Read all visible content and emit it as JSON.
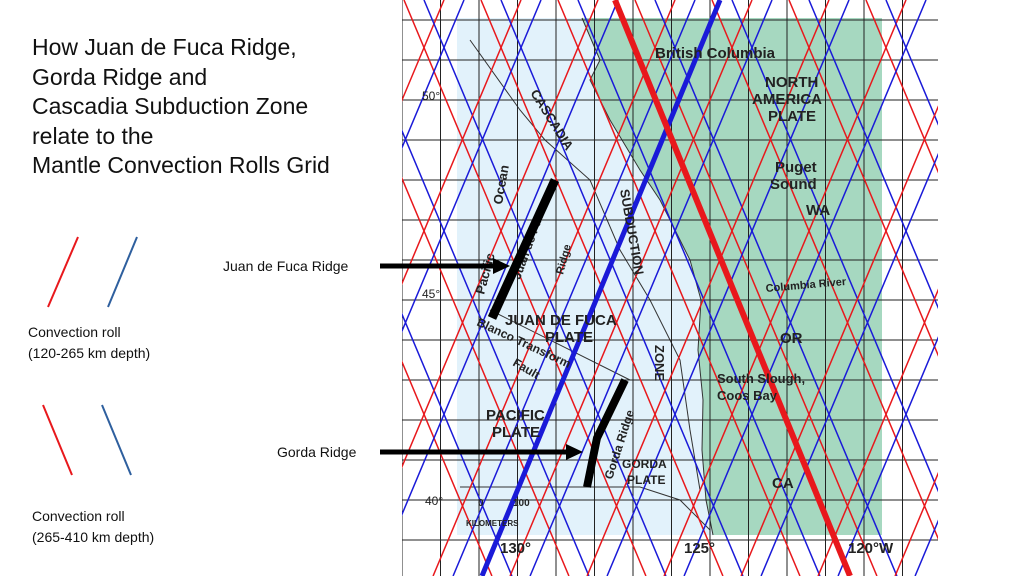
{
  "title_lines": [
    "How Juan de Fuca Ridge,",
    "Gorda Ridge and",
    "Cascadia Subduction Zone",
    "relate to the",
    "Mantle Convection Rolls Grid"
  ],
  "annotations": {
    "juan_de_fuca": "Juan de Fuca Ridge",
    "gorda": "Gorda Ridge"
  },
  "legend": [
    {
      "line1": "Convection roll",
      "line2": "(120-265 km depth)"
    },
    {
      "line1": "Convection roll",
      "line2": "(265-410 km depth)"
    }
  ],
  "map": {
    "labels": {
      "bc": "British Columbia",
      "na1": "NORTH",
      "na2": "AMERICA",
      "na3": "PLATE",
      "puget1": "Puget",
      "puget2": "Sound",
      "wa": "WA",
      "columbia": "Columbia River",
      "or": "OR",
      "coos1": "South Slough,",
      "coos2": "Coos Bay",
      "ca": "CA",
      "cascadia": "CASCADIA",
      "subduction": "SUBDUCTION",
      "zone": "ZONE",
      "ocean": "Ocean",
      "pacific": "Pacific",
      "jdf_ridge": "Juan de Fuca",
      "ridge": "Ridge",
      "jdf1": "JUAN DE FUCA",
      "jdf2": "PLATE",
      "blanco1": "Blanco Transform",
      "blanco2": "Fault",
      "pp1": "PACIFIC",
      "pp2": "PLATE",
      "gorda_ridge": "Gorda Ridge",
      "gp1": "GORDA",
      "gp2": "PLATE",
      "km0": "0",
      "km100": "100",
      "km": "KILOMETERS"
    },
    "lat_ticks": [
      "50°",
      "45°",
      "40°"
    ],
    "lon_ticks": [
      "130°",
      "125°",
      "120°W"
    ]
  },
  "colors": {
    "red": "#e8181c",
    "blue": "#1a1ad8",
    "land": "#a6d8c0",
    "ocean": "#e2f2fb"
  }
}
